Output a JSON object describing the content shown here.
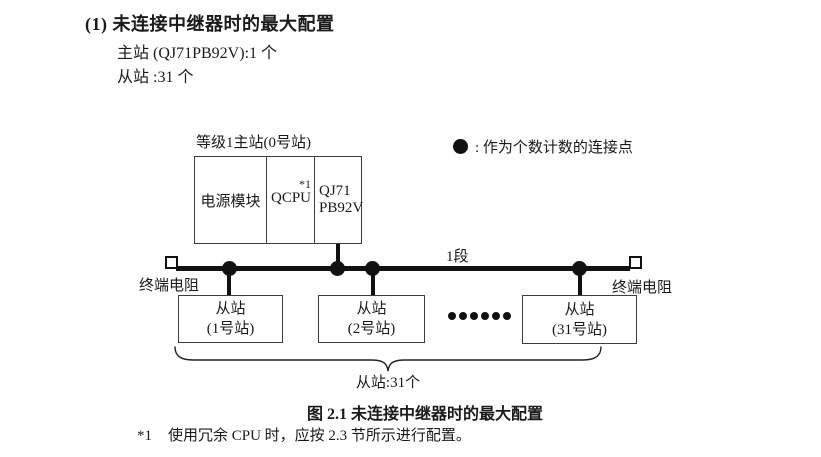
{
  "colors": {
    "ink": "#1a1a1a",
    "line": "#111111",
    "border": "#3d3d3d",
    "background": "#ffffff"
  },
  "section": {
    "heading": "(1) 未连接中继器时的最大配置",
    "master_line": "主站 (QJ71PB92V):1 个",
    "slave_line": "从站 :31 个"
  },
  "diagram": {
    "master_label": "等级1主站(0号站)",
    "master_modules": {
      "power": "电源模块",
      "cpu": "QCPU",
      "cpu_note": "*1",
      "interface_line1": "QJ71",
      "interface_line2": "PB92V"
    },
    "legend_label": ": 作为个数计数的连接点",
    "segment_label": "1段",
    "terminator_left_label": "终端电阻",
    "terminator_right_label": "终端电阻",
    "slaves": [
      {
        "line1": "从站",
        "line2": "(1号站)"
      },
      {
        "line1": "从站",
        "line2": "(2号站)"
      },
      {
        "line1": "从站",
        "line2": "(31号站)"
      }
    ],
    "brace_label": "从站:31个",
    "icons": {
      "connection_point": "filled-circle",
      "terminator": "open-square",
      "ellipsis": "six-filled-dots"
    }
  },
  "caption": "图 2.1 未连接中继器时的最大配置",
  "footnote": {
    "marker": "*1",
    "text": "使用冗余 CPU 时，应按 2.3 节所示进行配置。"
  }
}
